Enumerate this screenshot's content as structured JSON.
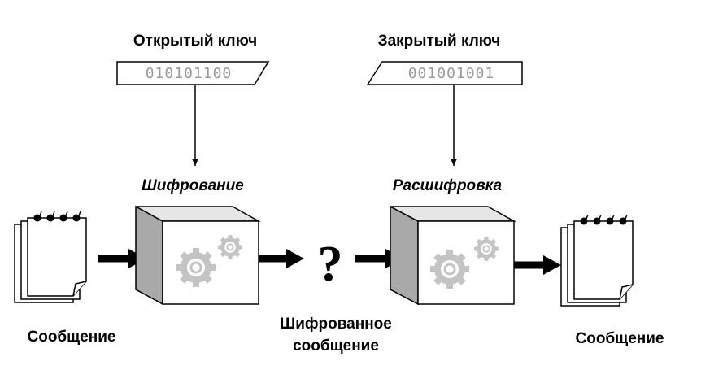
{
  "public_key": {
    "label": "Открытый ключ",
    "bits": "010101100"
  },
  "private_key": {
    "label": "Закрытый ключ",
    "bits": "001001001"
  },
  "encryption": {
    "label": "Шифрование"
  },
  "decryption": {
    "label": "Расшифровка"
  },
  "source_message": {
    "label": "Сообщение"
  },
  "encrypted_message": {
    "label_line1": "Шифрованное",
    "label_line2": "сообщение",
    "symbol": "?"
  },
  "result_message": {
    "label": "Сообщение"
  },
  "colors": {
    "box_side": "#a9a9a9",
    "box_face": "#ffffff",
    "gear": "#c4c4c4",
    "key_text": "#9a9a9a",
    "outline": "#000000"
  }
}
